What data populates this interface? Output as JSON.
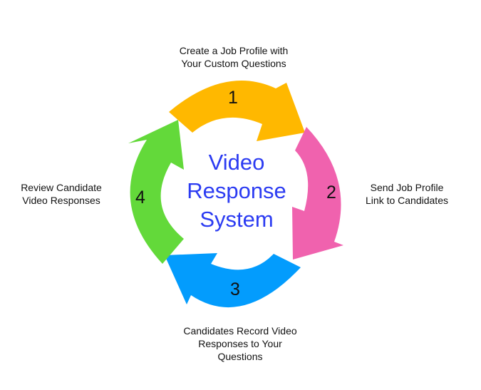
{
  "steps": [
    {
      "number": "1",
      "label": "Create a Job Profile with\nYour Custom Questions",
      "color": "#ffb800"
    },
    {
      "number": "2",
      "label": "Send Job Profile\nLink to Candidates",
      "color": "#f062ae"
    },
    {
      "number": "3",
      "label": "Candidates Record Video\nResponses to Your\nQuestions",
      "color": "#039cfd"
    },
    {
      "number": "4",
      "label": "Review Candidate\nVideo Responses",
      "color": "#63d93a"
    }
  ],
  "center": {
    "line1": "Video",
    "line2": "Response",
    "line3": "System",
    "color": "#2b3bf2"
  }
}
